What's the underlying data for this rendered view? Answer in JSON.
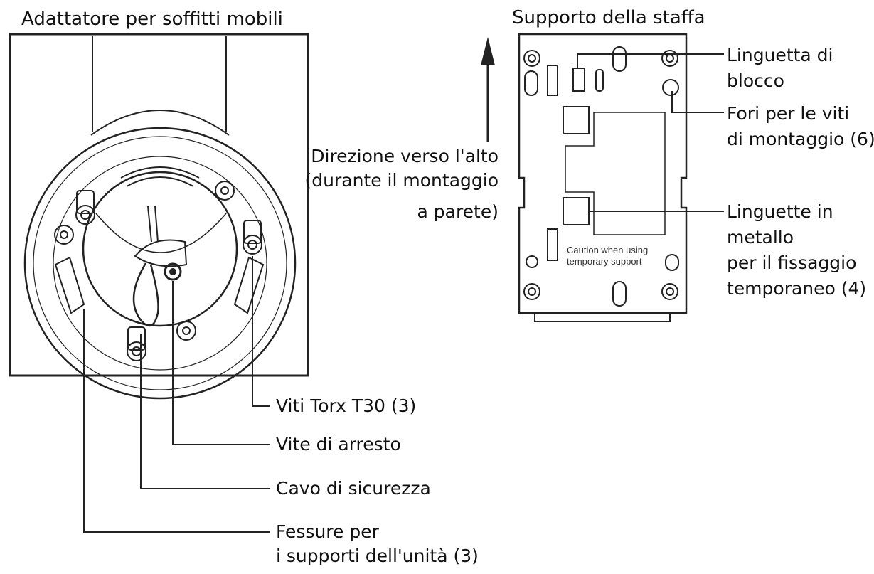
{
  "titles": {
    "left": "Adattatore per soffitti mobili",
    "right": "Supporto della staffa"
  },
  "left_callouts": {
    "torx_screws": "Viti Torx T30 (3)",
    "stop_screw": "Vite di arresto",
    "safety_cable": "Cavo di sicurezza",
    "slots_line1": "Fessure per",
    "slots_line2": "i supporti dell'unità (3)"
  },
  "direction": {
    "line1": "Direzione verso l'alto",
    "line2": "(durante il montaggio",
    "line3": "a parete)"
  },
  "right_callouts": {
    "lock_tab_line1": "Linguetta di",
    "lock_tab_line2": "blocco",
    "holes_line1": "Fori per le viti",
    "holes_line2": "di montaggio (6)",
    "metal_tabs_line1": "Linguette in",
    "metal_tabs_line2": "metallo",
    "metal_tabs_line3": "per il fissaggio",
    "metal_tabs_line4": "temporaneo (4)"
  },
  "bracket_text": {
    "line1": "Caution when using",
    "line2": "temporary support"
  }
}
